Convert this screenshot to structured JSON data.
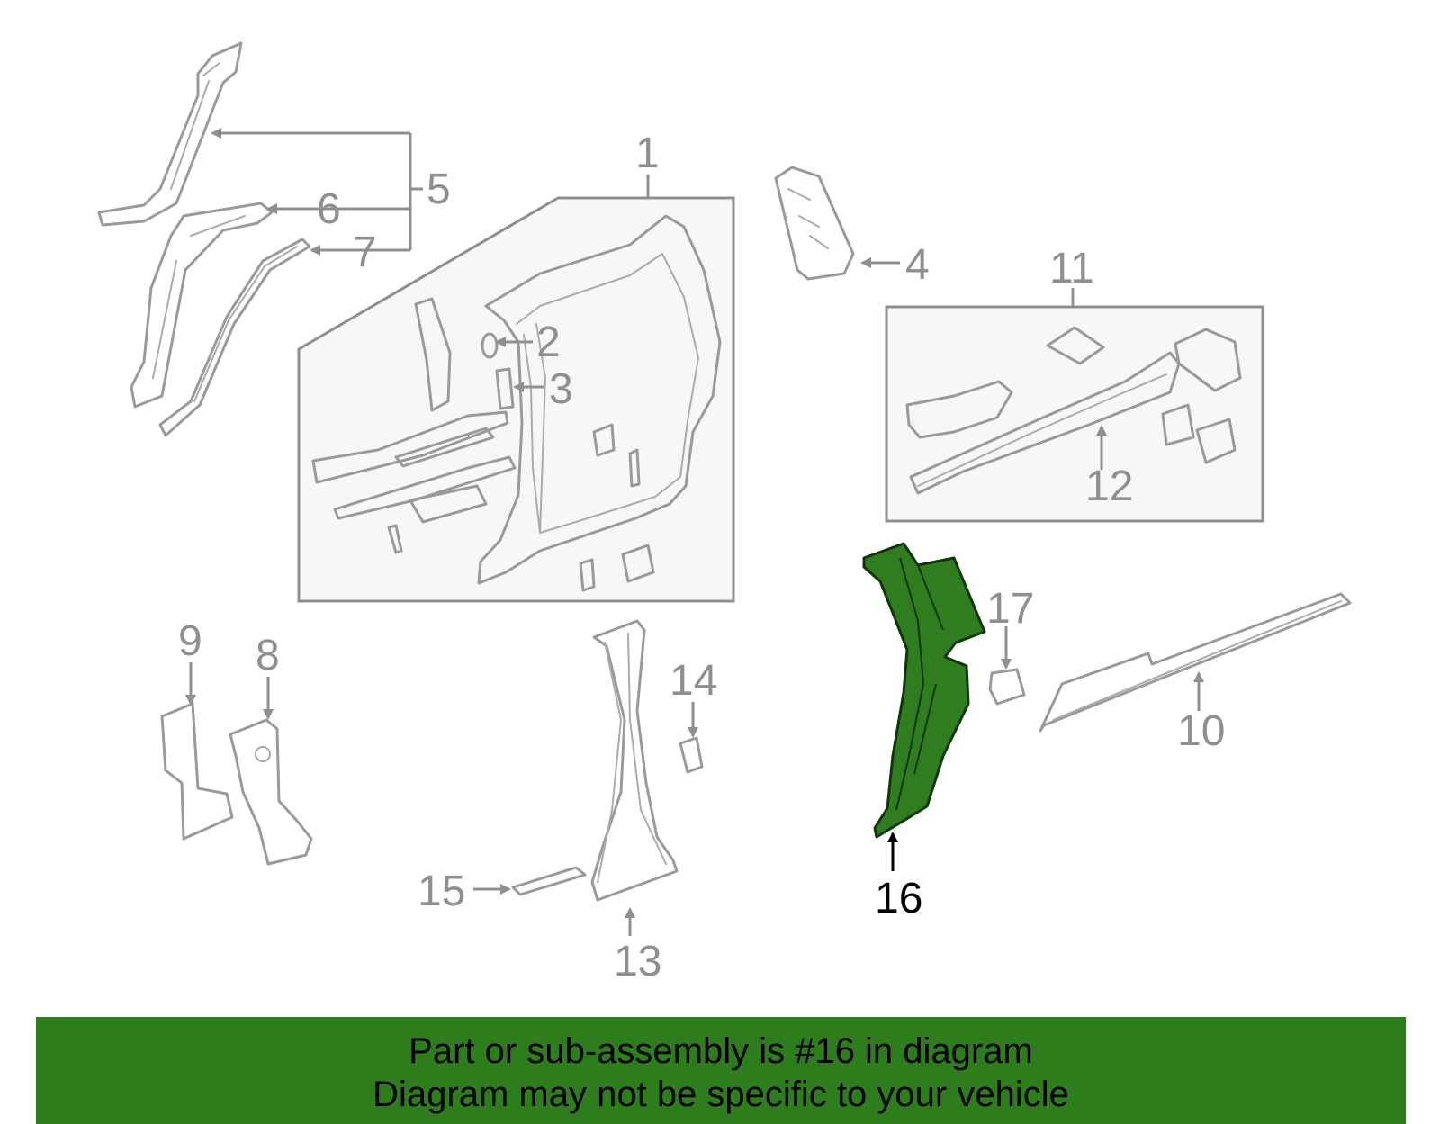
{
  "callouts": {
    "c1": "1",
    "c2": "2",
    "c3": "3",
    "c4": "4",
    "c5": "5",
    "c6": "6",
    "c7": "7",
    "c8": "8",
    "c9": "9",
    "c10": "10",
    "c11": "11",
    "c12": "12",
    "c13": "13",
    "c14": "14",
    "c15": "15",
    "c16": "16",
    "c17": "17"
  },
  "highlighted_part": "16",
  "colors": {
    "highlight_fill": "#2f7d1e",
    "banner_bg": "#2e7d1c",
    "line_gray": "#8f8f8f"
  },
  "banner": {
    "line1": "Part or sub-assembly is #16 in diagram",
    "line2": "Diagram may not be specific to your vehicle"
  }
}
